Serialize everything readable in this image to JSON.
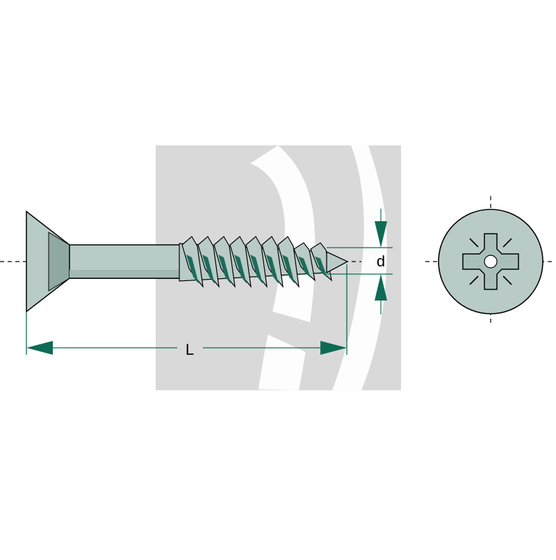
{
  "dimensions": {
    "length_label": "L",
    "diameter_label": "d"
  },
  "colors": {
    "background": "#ffffff",
    "watermark": "#d9d9d9",
    "screw_fill": "#b9cbc7",
    "screw_shadow": "#8fa8a2",
    "thread_shade": "#1d6b5c",
    "arrow": "#0d6b55",
    "outline": "#000000"
  },
  "icons": {
    "screw_side": "countersunk-wood-screw-side-view",
    "screw_head": "pozidriv-recess-head-view",
    "watermark": "brand-logo-watermark"
  }
}
